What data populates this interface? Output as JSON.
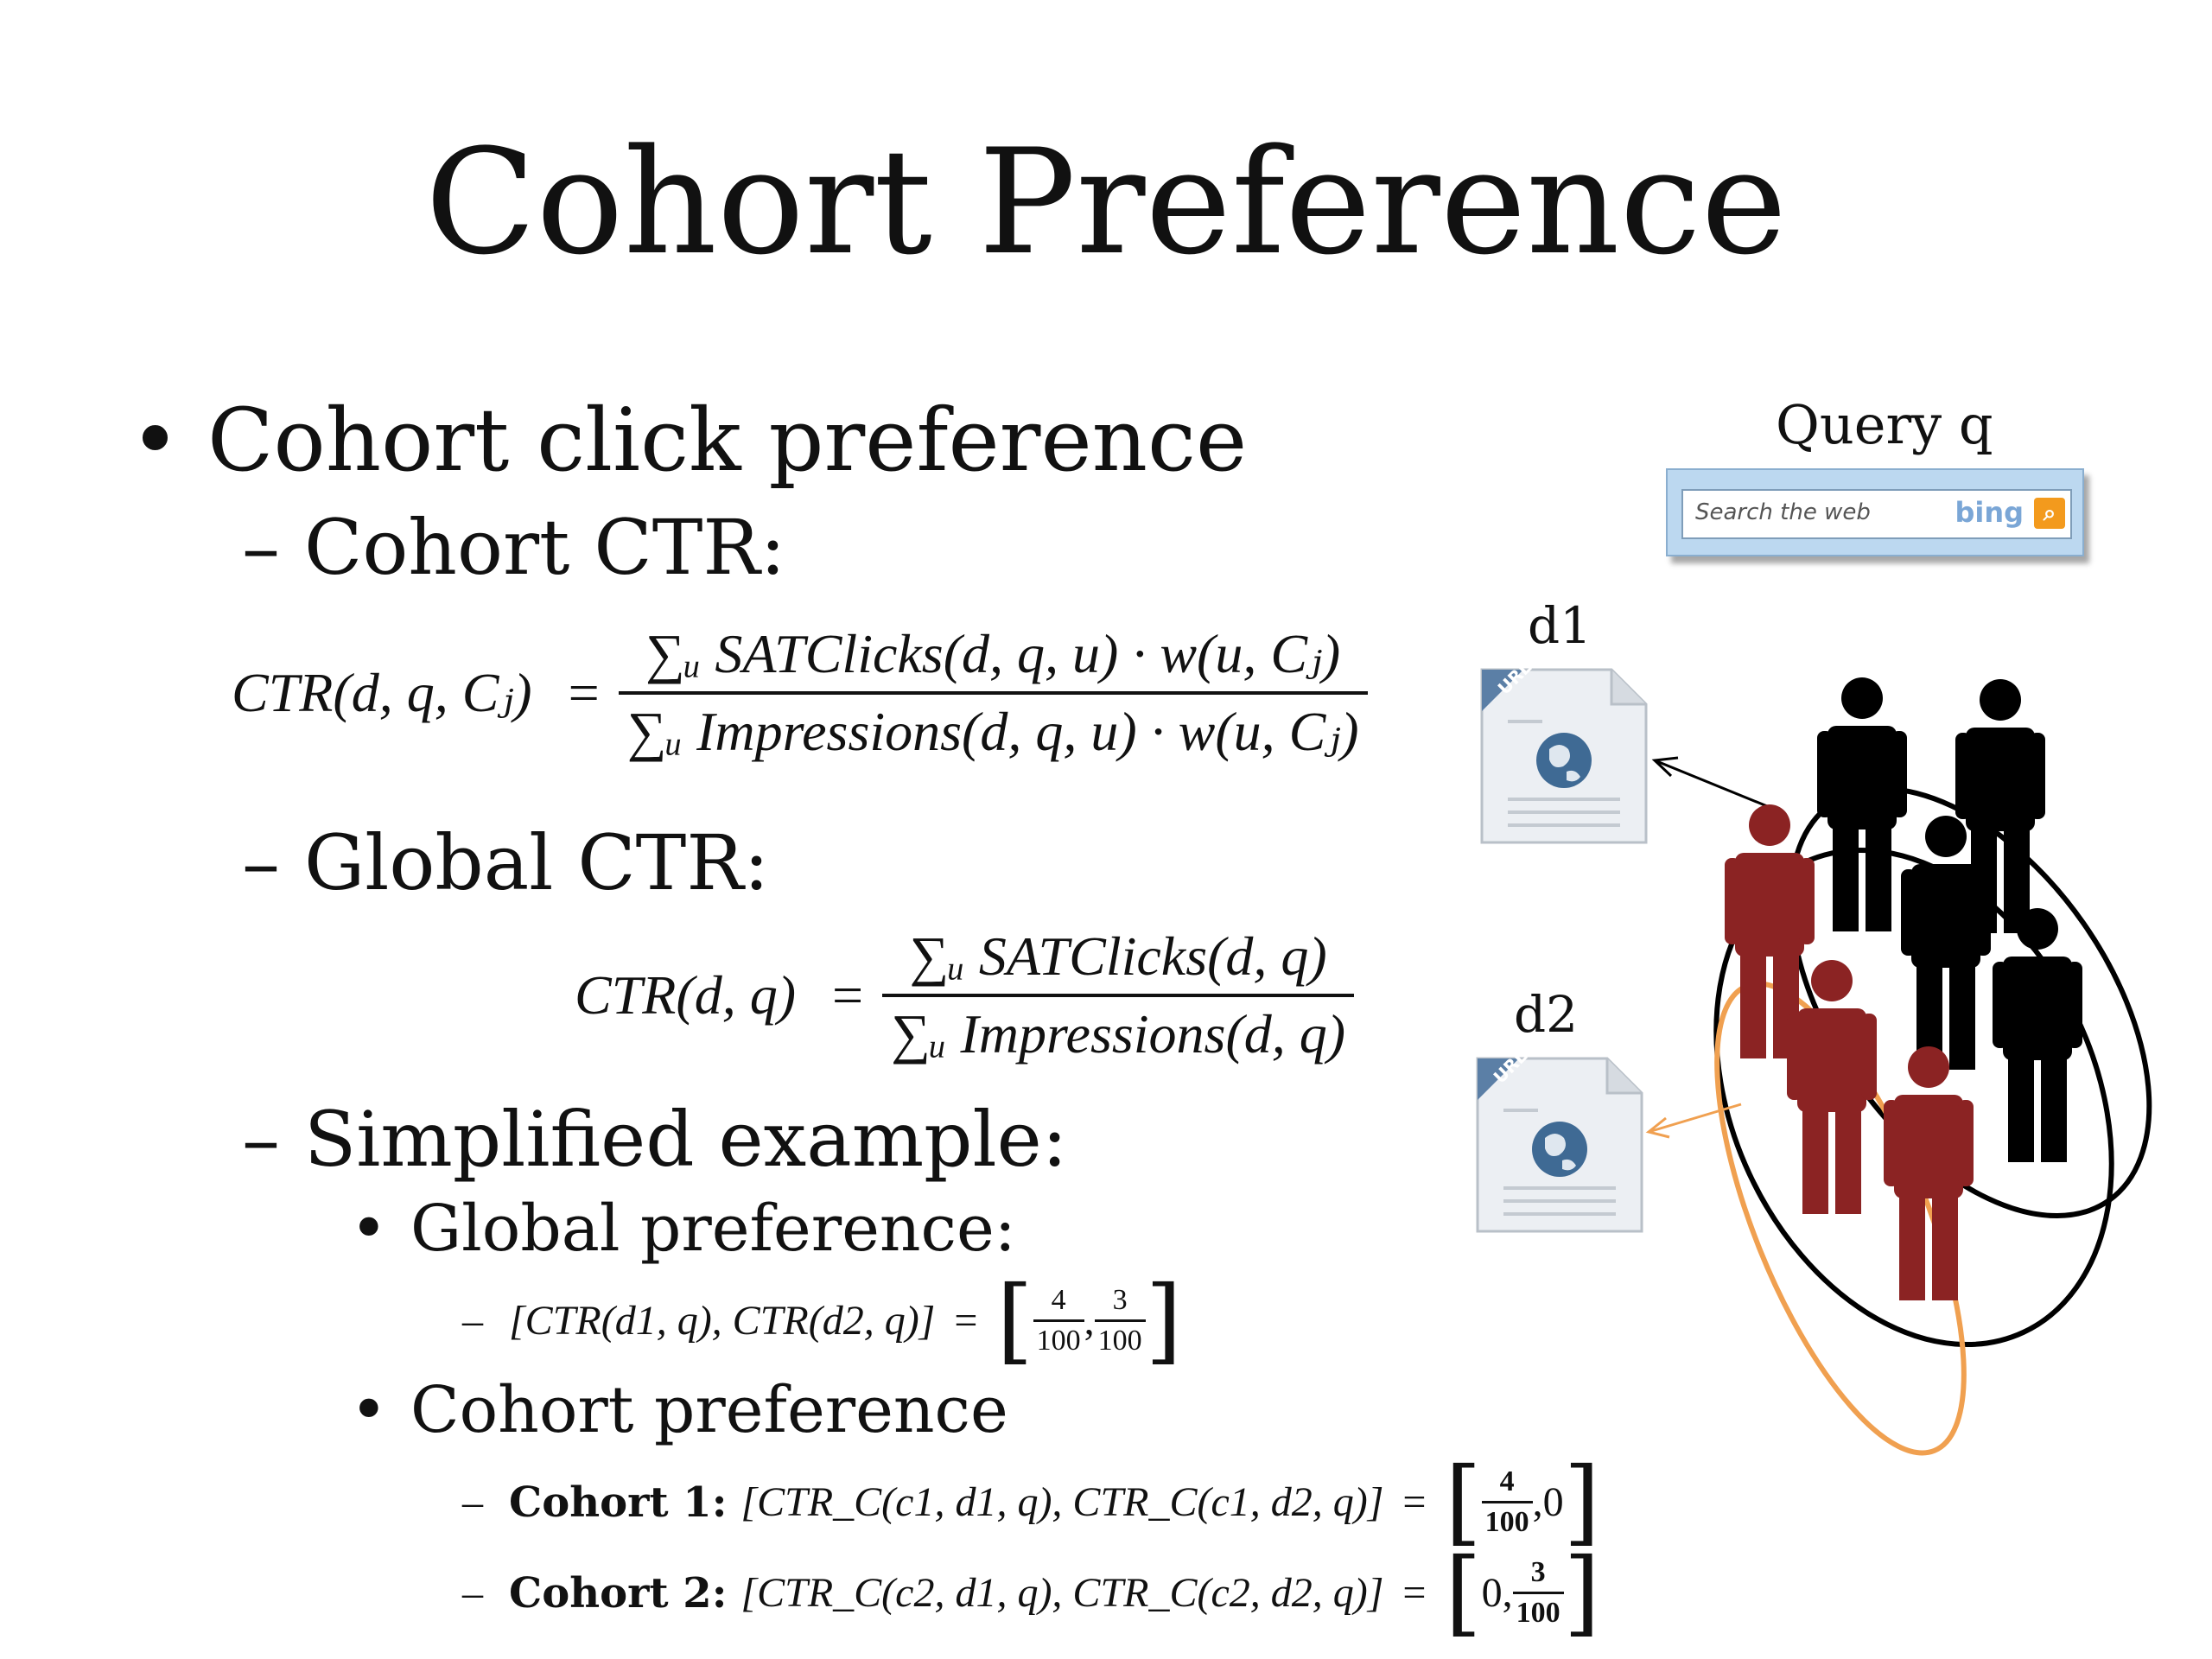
{
  "slide": {
    "title": "Cohort Preference",
    "bullet": "•",
    "dash": "–",
    "l1_text": "Cohort click preference",
    "cohort_ctr_label": "Cohort CTR:",
    "global_ctr_label": "Global CTR:",
    "simplified_label": "Simplified example:",
    "global_pref_label": "Global preference:",
    "cohort_pref_label": "Cohort preference"
  },
  "formulas": {
    "cohort_lhs": "CTR(d, q, Cⱼ)",
    "cohort_num": "∑ᵤ SATClicks(d, q, u) · w(u, Cⱼ)",
    "cohort_den": "∑ᵤ Impressions(d, q, u) · w(u, Cⱼ)",
    "global_lhs": "CTR(d, q)",
    "global_num": "∑ᵤ SATClicks(d, q)",
    "global_den": "∑ᵤ Impressions(d, q)",
    "equals": "=",
    "global_pref_lhs": "[CTR(d1, q), CTR(d2, q)]",
    "global_pref_vals": {
      "a_num": "4",
      "a_den": "100",
      "b_num": "3",
      "b_den": "100"
    },
    "cohort1_label": "Cohort 1:",
    "cohort1_lhs": "[CTR_C(c1, d1, q), CTR_C(c1, d2, q)]",
    "cohort1_vals": {
      "a_num": "4",
      "a_den": "100",
      "b": "0"
    },
    "cohort2_label": "Cohort 2:",
    "cohort2_lhs": "[CTR_C(c2, d1, q), CTR_C(c2, d2, q)]",
    "cohort2_vals": {
      "a": "0",
      "b_num": "3",
      "b_den": "100"
    }
  },
  "diagram": {
    "query_label": "Query q",
    "search_placeholder": "Search the web",
    "search_brand": "bing",
    "d1_label": "d1",
    "d2_label": "d2",
    "url_badge": "URL",
    "colors": {
      "cohort1": "#000000",
      "cohort2": "#8b2323",
      "cohort2_ring": "#f0a050"
    },
    "icons": [
      "magnifier-icon",
      "document-globe-icon",
      "person-icon"
    ]
  }
}
